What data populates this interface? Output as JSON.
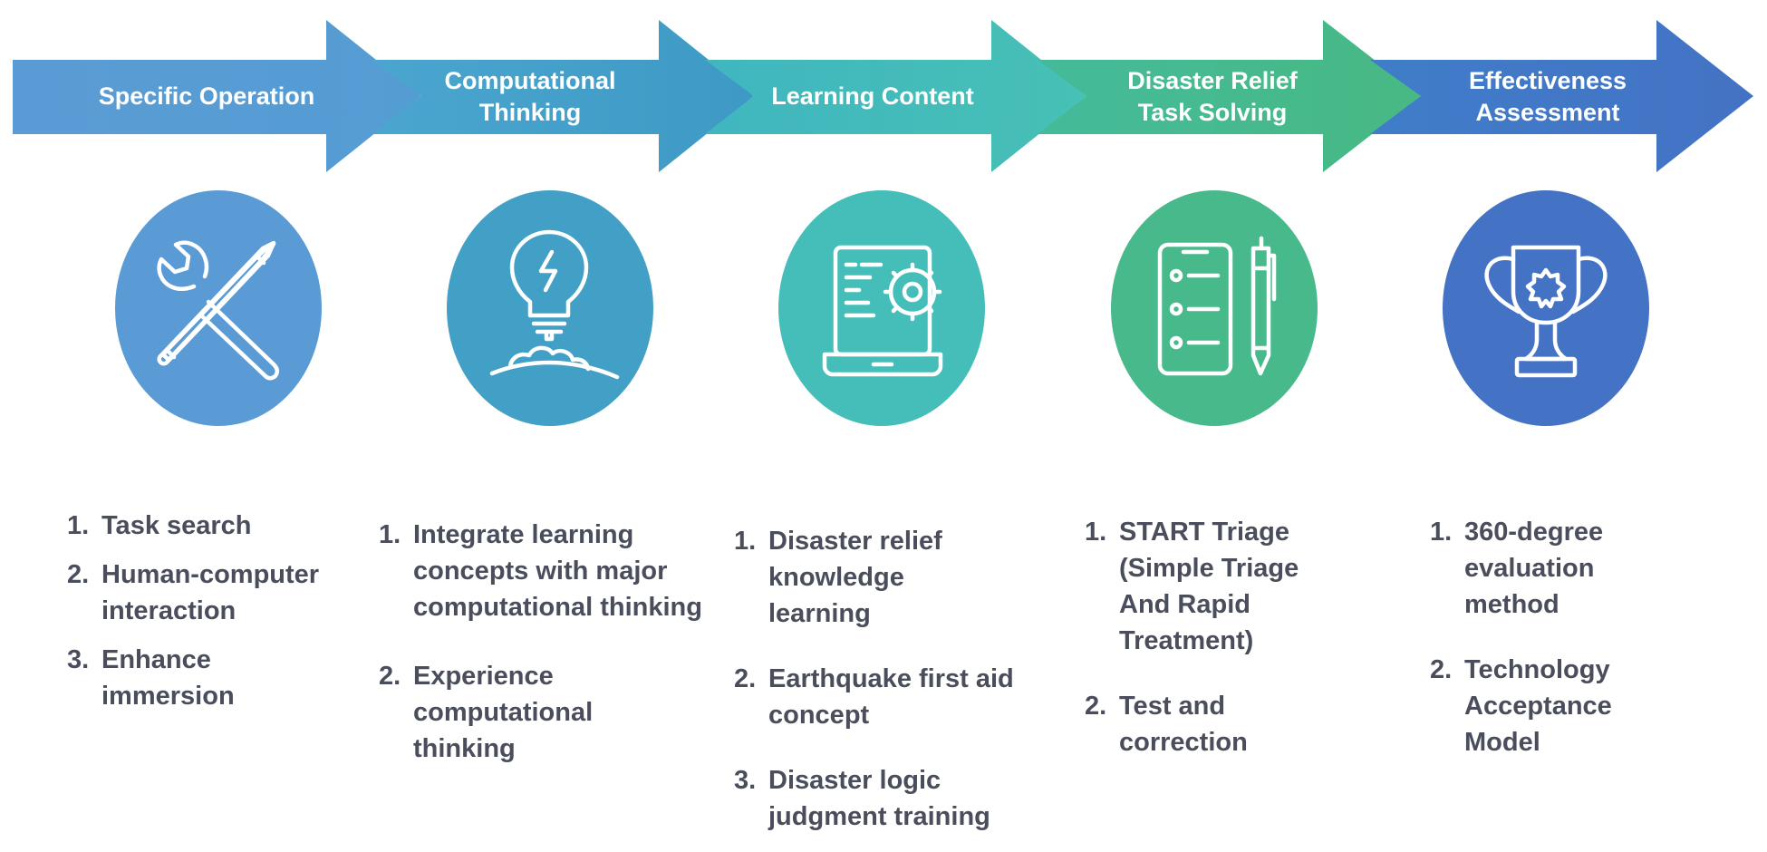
{
  "stages": [
    {
      "title_lines": [
        "Specific Operation"
      ],
      "color": "#5b9bd5",
      "icon": "tools-icon",
      "items": [
        "Task search",
        "Human-computer interaction",
        "Enhance immersion"
      ]
    },
    {
      "title_lines": [
        "Computational",
        "Thinking"
      ],
      "color": "#429fc6",
      "icon": "lightbulb-icon",
      "items": [
        "Integrate learning concepts with  major computational thinking",
        "Experience computational thinking"
      ]
    },
    {
      "title_lines": [
        "Learning Content"
      ],
      "color": "#45bdb9",
      "icon": "laptop-gear-icon",
      "items": [
        "Disaster relief knowledge learning",
        "Earthquake first aid concept",
        "Disaster logic judgment training"
      ]
    },
    {
      "title_lines": [
        "Disaster Relief",
        "Task Solving"
      ],
      "color": "#48b98a",
      "icon": "checklist-pen-icon",
      "items": [
        "START Triage (Simple  Triage And Rapid Treatment)",
        "Test and correction"
      ]
    },
    {
      "title_lines": [
        "Effectiveness",
        "Assessment"
      ],
      "color": "#4472c4",
      "icon": "trophy-icon",
      "items": [
        "360-degree evaluation method",
        "Technology Acceptance Model"
      ]
    }
  ],
  "numbers": [
    "1.",
    "2.",
    "3."
  ]
}
